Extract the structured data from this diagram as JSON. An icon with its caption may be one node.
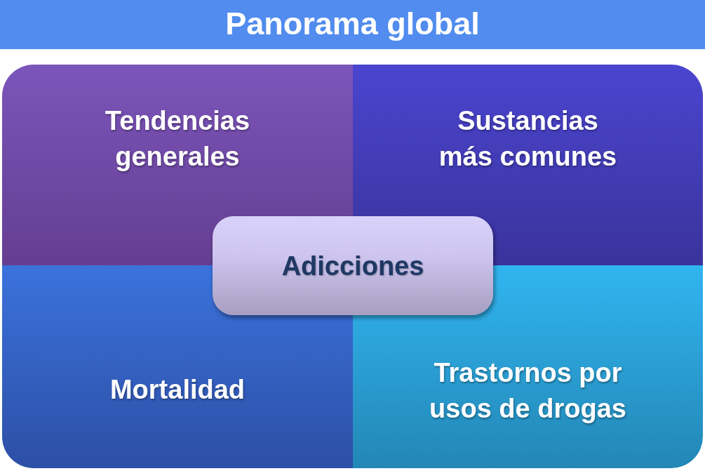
{
  "diagram": {
    "title": "Panorama global",
    "nodes": [
      {
        "text": [
          "Tendencias generales"
        ]
      },
      {
        "text": [
          "Sustancias más comunes"
        ]
      },
      {
        "text": [
          "Adicciones"
        ]
      },
      {
        "text": [
          "Mortalidad"
        ]
      },
      {
        "text": [
          "Trastornos por usos de drogas"
        ]
      }
    ]
  }
}
